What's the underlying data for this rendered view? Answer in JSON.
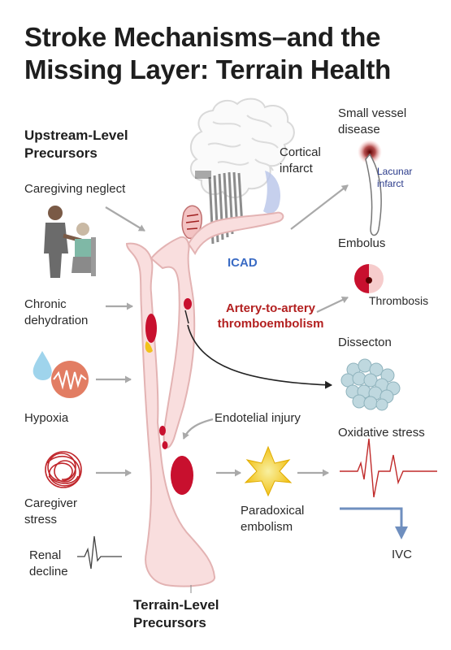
{
  "title": "Stroke Mechanisms–and the Missing Layer: Terrain Health",
  "upstream_heading": "Upstream-Level Precursors",
  "upstream_items": {
    "caregiving": "Caregiving neglect",
    "dehydration": "Chronic dehydration",
    "hypoxia": "Hypoxia",
    "stress": "Caregiver stress",
    "renal": "Renal decline"
  },
  "terrain_heading": "Terrain-Level Precursors",
  "brain_labels": {
    "cortical": "Cortical infarct",
    "icad": "ICAD"
  },
  "mechanisms": {
    "small_vessel": "Small vessel disease",
    "lacunar": "Lacunar infarct",
    "embolus": "Embolus",
    "thrombosis": "Thrombosis",
    "artery_to_artery_1": "Artery-to-artery",
    "artery_to_artery_2": "thromboembolism",
    "dissection": "Dissecton",
    "endothelial": "Endotelial injury",
    "oxidative": "Oxidative stress",
    "paradoxical": "Paradoxical embolism",
    "ivc": "IVC"
  },
  "colors": {
    "vessel_fill": "#f9dede",
    "vessel_stroke": "#e3b3b3",
    "clot": "#c8102e",
    "arrow": "#a9a9a9",
    "accent_blue": "#3a6bc4",
    "accent_red": "#b32020"
  }
}
